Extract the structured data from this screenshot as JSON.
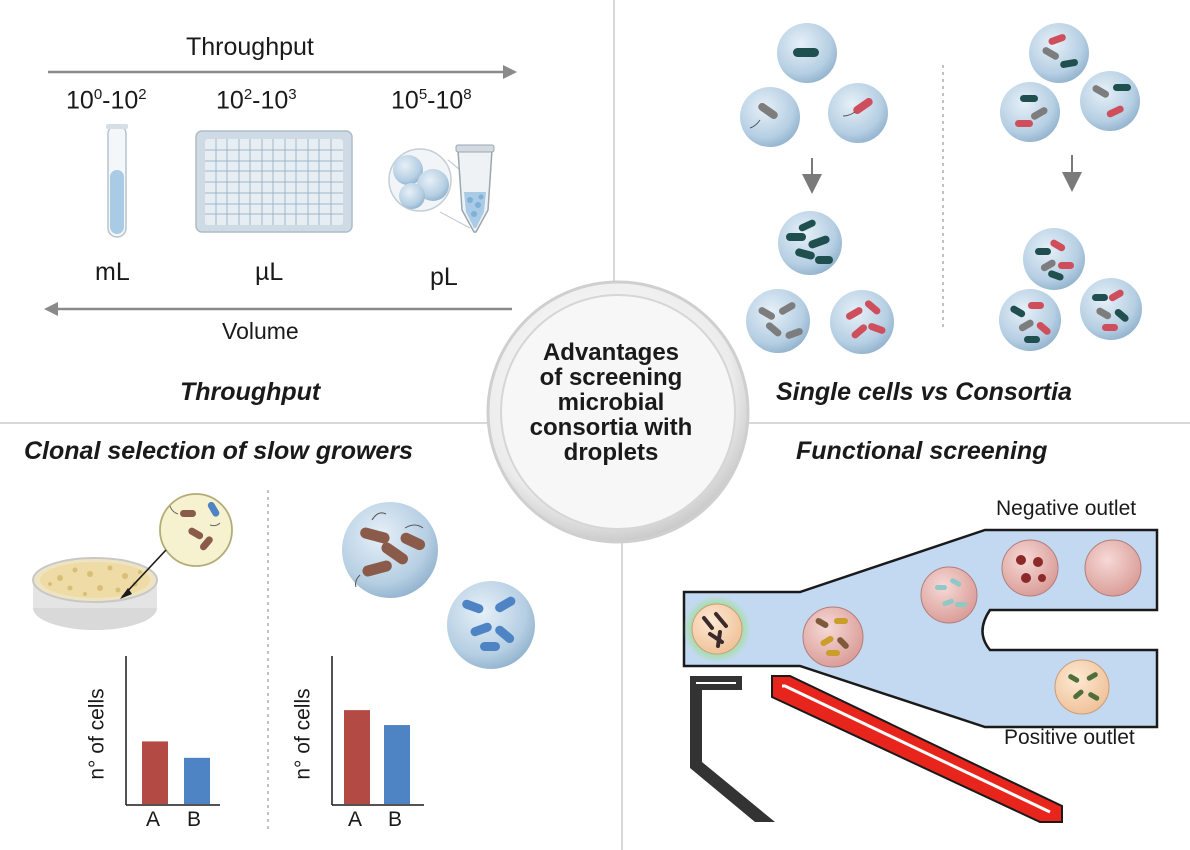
{
  "center": {
    "lines": [
      "Advantages",
      "of screening",
      "microbial",
      "consortia with",
      "droplets"
    ]
  },
  "throughput": {
    "section_title": "Throughput",
    "arrow_top_label": "Throughput",
    "arrow_bottom_label": "Volume",
    "scales": [
      {
        "range_base": "10",
        "range_exp1": "0",
        "range_mid": "-10",
        "range_exp2": "2",
        "unit": "mL"
      },
      {
        "range_base": "10",
        "range_exp1": "2",
        "range_mid": "-10",
        "range_exp2": "3",
        "unit": "µL"
      },
      {
        "range_base": "10",
        "range_exp1": "5",
        "range_mid": "-10",
        "range_exp2": "8",
        "unit": "pL"
      }
    ]
  },
  "single_vs_consortia": {
    "section_title": "Single cells vs Consortia"
  },
  "clonal": {
    "section_title": "Clonal selection of slow growers",
    "ylabel": "n° of cells",
    "left_chart": {
      "categories": [
        "A",
        "B"
      ],
      "values": [
        0.42,
        0.31
      ]
    },
    "right_chart": {
      "categories": [
        "A",
        "B"
      ],
      "values": [
        0.63,
        0.53
      ]
    }
  },
  "functional": {
    "section_title": "Functional screening",
    "negative_label": "Negative outlet",
    "positive_label": "Positive outlet"
  },
  "colors": {
    "droplet_blue": "#b9d3e6",
    "bar_red": "#b34a44",
    "bar_blue": "#4f84c4",
    "channel_blue": "#c3d9f1",
    "electrode_red": "#e8251c"
  }
}
